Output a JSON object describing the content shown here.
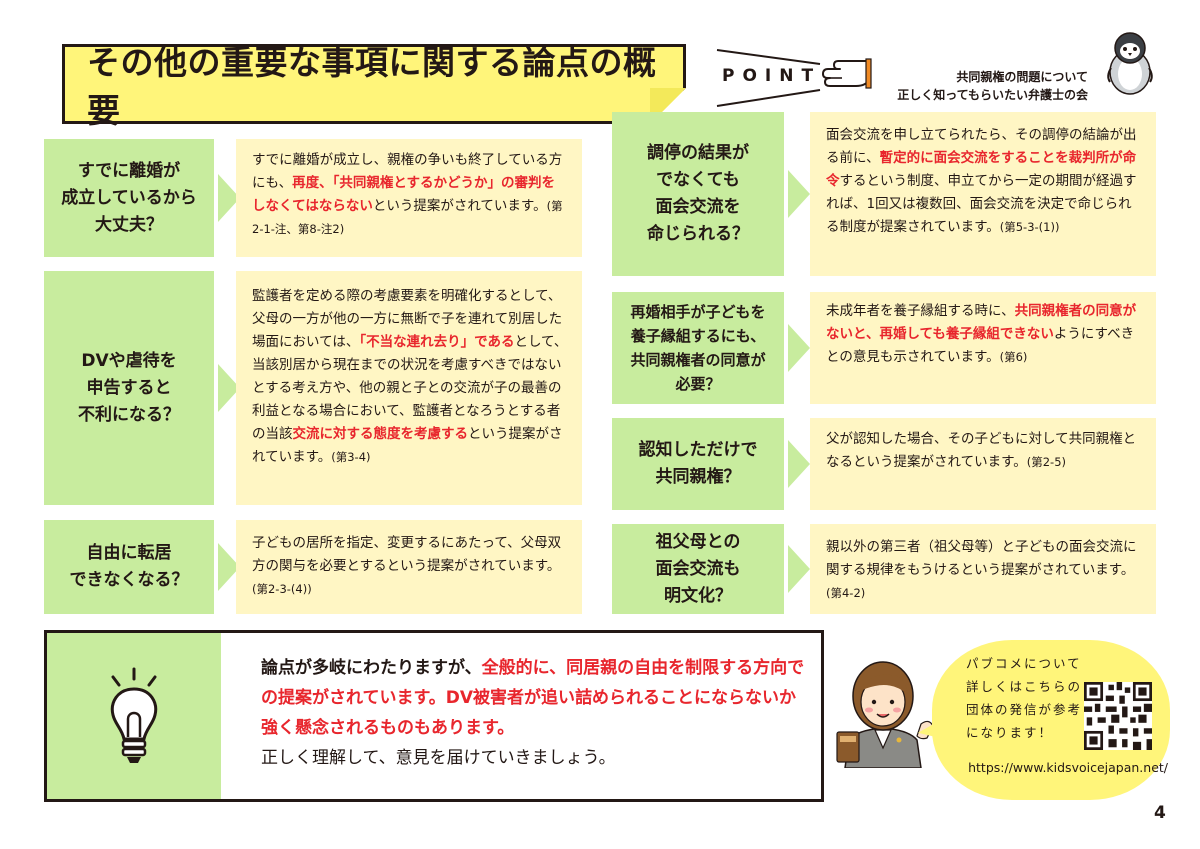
{
  "header": {
    "title": "その他の重要な事項に関する論点の概要",
    "point_label": "POINT",
    "org_name_line1": "共同親権の問題について",
    "org_name_line2": "正しく知ってもらいたい弁護士の会"
  },
  "items": [
    {
      "question": "すでに離婚が\n成立しているから\n大丈夫？",
      "a1": "すでに離婚が成立し、親権の争いも終了している方にも、",
      "hl1": "再度、「共同親権とするかどうか」の審判をしなくてはならない",
      "a2": "という提案がされています。",
      "ref": "(第2-1-注、第8-注2)"
    },
    {
      "question": "DVや虐待を\n申告すると\n不利になる？",
      "a1": "監護者を定める際の考慮要素を明確化するとして、父母の一方が他の一方に無断で子を連れて別居した場面においては、",
      "hl1": "「不当な連れ去り」である",
      "a2": "として、当該別居から現在までの状況を考慮すべきではないとする考え方や、他の親と子との交流が子の最善の利益となる場合において、監護者となろうとする者の当該",
      "hl2": "交流に対する態度を考慮する",
      "a3": "という提案がされています。",
      "ref": "(第3-4)"
    },
    {
      "question": "自由に転居\nできなくなる？",
      "a1": "子どもの居所を指定、変更するにあたって、父母双方の関与を必要とするという提案がされています。",
      "ref": "(第2-3-(4))"
    },
    {
      "question": "調停の結果が\nでなくても\n面会交流を\n命じられる？",
      "a1": "面会交流を申し立てられたら、その調停の結論が出る前に、",
      "hl1": "暫定的に面会交流をすることを裁判所が命令",
      "a2": "するという制度、申立てから一定の期間が経過すれば、1回又は複数回、面会交流を決定で命じられる制度が提案されています。",
      "ref": "(第5-3-(1))"
    },
    {
      "question": "再婚相手が子どもを\n養子縁組するにも、\n共同親権者の同意が\n必要？",
      "a1": "未成年者を養子縁組する時に、",
      "hl1": "共同親権者の同意がないと、再婚しても養子縁組できない",
      "a2": "ようにすべきとの意見も示されています。",
      "ref": "(第6)"
    },
    {
      "question": "認知しただけで\n共同親権？",
      "a1": "父が認知した場合、その子どもに対して共同親権となるという提案がされています。",
      "ref": "(第2-5)"
    },
    {
      "question": "祖父母との\n面会交流も\n明文化？",
      "a1": "親以外の第三者（祖父母等）と子どもの面会交流に関する規律をもうけるという提案がされています。",
      "ref": "(第4-2)"
    }
  ],
  "summary": {
    "p1": "論点が多岐にわたりますが、",
    "hl": "全般的に、同居親の自由を制限する方向での提案がされています。DV被害者が追い詰められることにならないか強く懸念されるものもあります。",
    "p2": "正しく理解して、意見を届けていきましょう。"
  },
  "bubble": {
    "text": "パブコメについて詳しくはこちらの団体の発信が参考になります！",
    "url": "https://www.kidsvoicejapan.net/"
  },
  "page_number": "4",
  "colors": {
    "title_bg": "#fff57a",
    "question_bg": "#c8ec9e",
    "answer_bg": "#fff6c4",
    "highlight": "#e8262d"
  }
}
